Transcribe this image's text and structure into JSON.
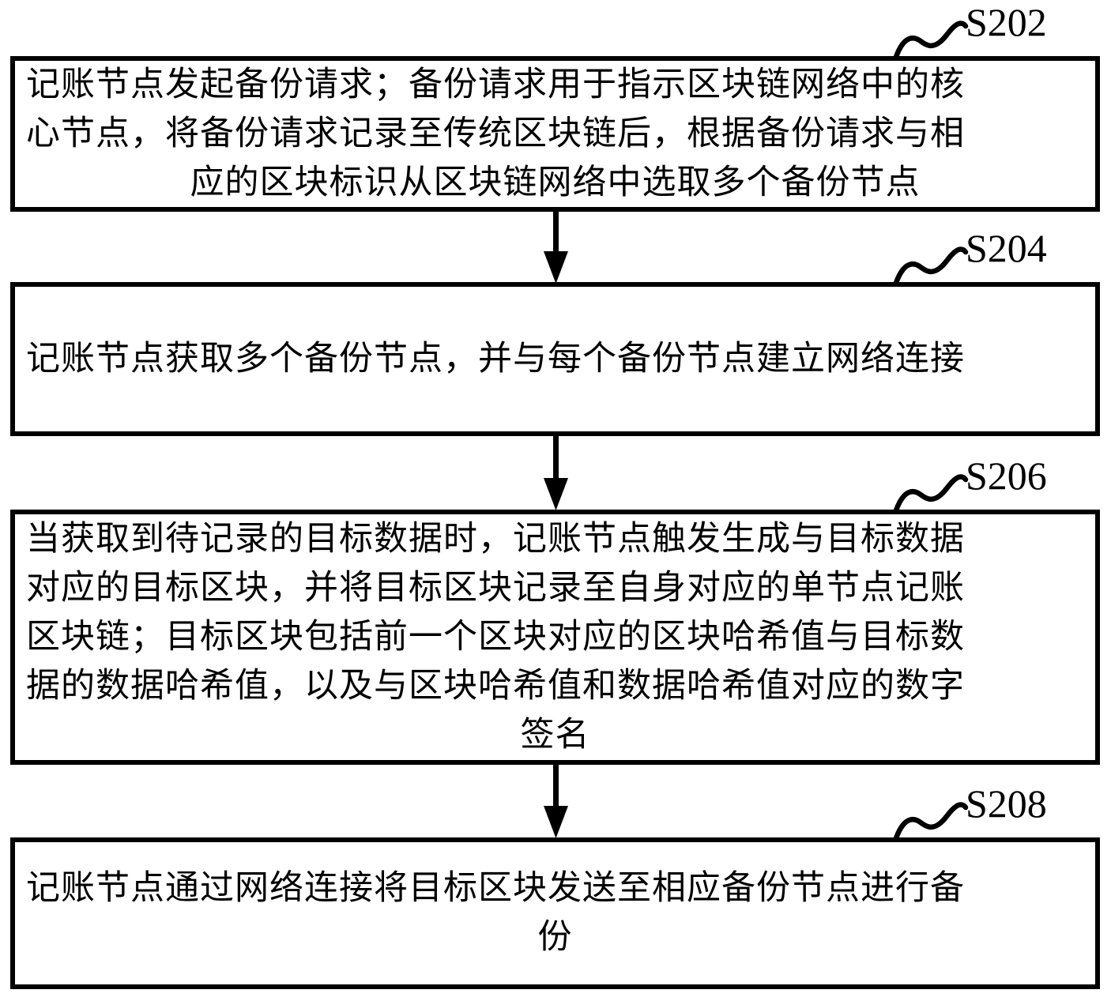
{
  "figure": {
    "background_color": "#ffffff",
    "stroke_color": "#000000",
    "steps": [
      {
        "label": "S202",
        "lines": [
          "记账节点发起备份请求；备份请求用于指示区块链网络中的核",
          "心节点，将备份请求记录至传统区块链后，根据备份请求与相",
          "应的区块标识从区块链网络中选取多个备份节点"
        ]
      },
      {
        "label": "S204",
        "lines": [
          "记账节点获取多个备份节点，并与每个备份节点建立网络连接"
        ]
      },
      {
        "label": "S206",
        "lines": [
          "当获取到待记录的目标数据时，记账节点触发生成与目标数据",
          "对应的目标区块，并将目标区块记录至自身对应的单节点记账",
          "区块链；目标区块包括前一个区块对应的区块哈希值与目标数",
          "据的数据哈希值，以及与区块哈希值和数据哈希值对应的数字",
          "签名"
        ]
      },
      {
        "label": "S208",
        "lines": [
          "记账节点通过网络连接将目标区块发送至相应备份节点进行备",
          "份"
        ]
      }
    ]
  }
}
